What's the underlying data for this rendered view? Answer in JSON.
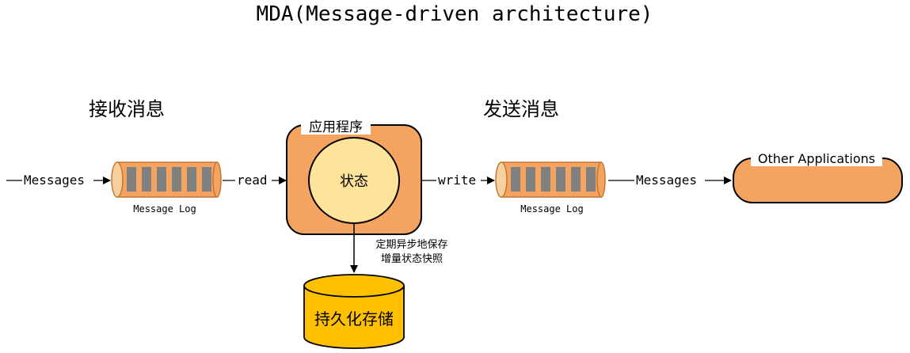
{
  "title": "MDA(Message-driven architecture)",
  "left_heading": "接收消息",
  "right_heading": "发送消息",
  "input_messages_label": "Messages",
  "read_label": "read",
  "write_label": "write",
  "output_messages_label": "Messages",
  "message_log_left_label": "Message Log",
  "message_log_right_label": "Message Log",
  "application_label": "应用程序",
  "state_label": "状态",
  "snapshot_note": [
    "定期异步地保存",
    "增量状态快照"
  ],
  "storage_label": "持久化存储",
  "other_apps_label": "Other Applications",
  "colors": {
    "orange_fill": "#f4a460",
    "orange_stroke": "#c07830",
    "state_fill": "#fde49a",
    "storage_fill": "#ffc000",
    "log_cell": "#808080",
    "log_cap": "#f8d0a0"
  }
}
